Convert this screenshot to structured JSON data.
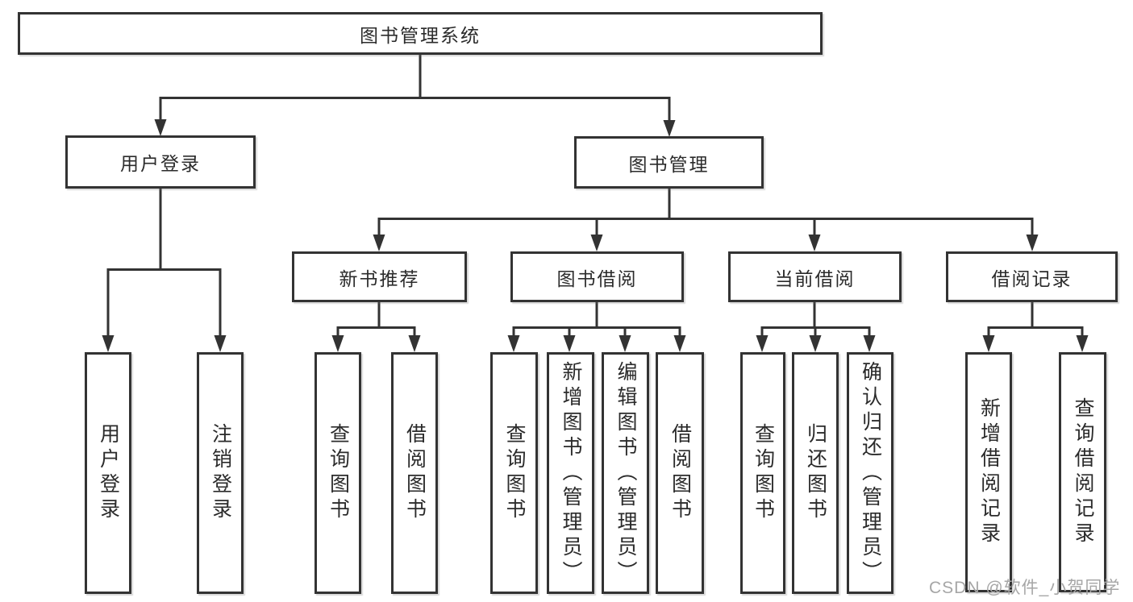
{
  "tree": {
    "label": "图书管理系统",
    "children": [
      {
        "label": "用户登录",
        "children": [
          {
            "label": "用户登录"
          },
          {
            "label": "注销登录"
          }
        ]
      },
      {
        "label": "图书管理",
        "children": [
          {
            "label": "新书推荐",
            "children": [
              {
                "label": "查询图书"
              },
              {
                "label": "借阅图书"
              }
            ]
          },
          {
            "label": "图书借阅",
            "children": [
              {
                "label": "查询图书"
              },
              {
                "label": "新增图书（管理员）"
              },
              {
                "label": "编辑图书（管理员）"
              },
              {
                "label": "借阅图书"
              }
            ]
          },
          {
            "label": "当前借阅",
            "children": [
              {
                "label": "查询图书"
              },
              {
                "label": "归还图书"
              },
              {
                "label": "确认归还（管理员）"
              }
            ]
          },
          {
            "label": "借阅记录",
            "children": [
              {
                "label": "新增借阅记录"
              },
              {
                "label": "查询借阅记录"
              }
            ]
          }
        ]
      }
    ]
  },
  "watermark": {
    "text": "CSDN @软件_小贺同学"
  },
  "colors": {
    "line": "#333333",
    "box_border": "#333333",
    "text": "#2b2b2b",
    "watermark": "#a6a6a6",
    "background": "#ffffff"
  }
}
